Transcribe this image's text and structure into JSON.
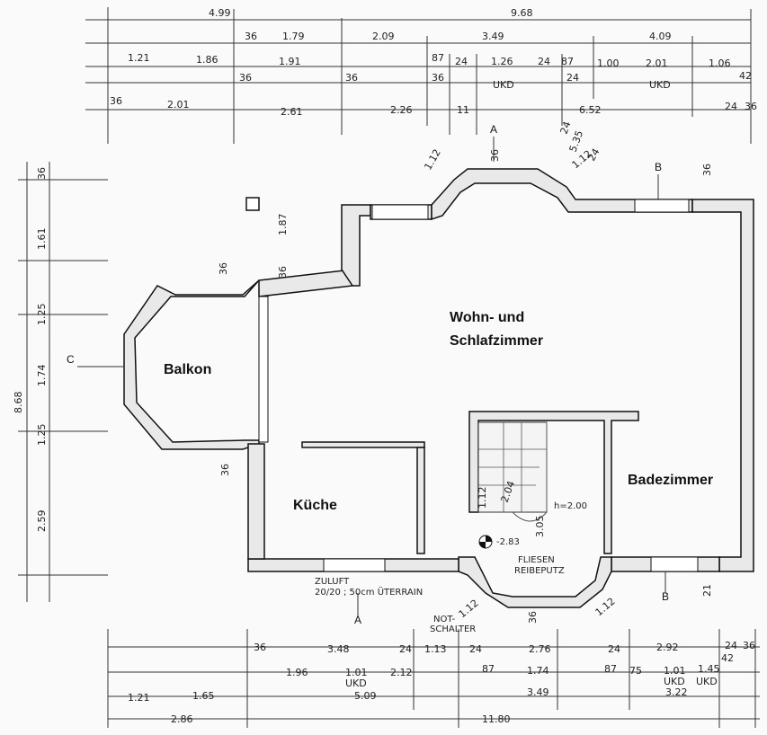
{
  "rooms": {
    "living": [
      "Wohn- und",
      "Schlafzimmer"
    ],
    "balcony": "Balkon",
    "kitchen": "Küche",
    "bath": "Badezimmer"
  },
  "notes": {
    "tiles": [
      "FLIESEN",
      "REIBEPUTZ"
    ],
    "level": "-2.83",
    "stair_h": "h=2.00",
    "air": [
      "ZULUFT",
      "20/20 ; 50cm ÜTERRAIN"
    ],
    "emergency": [
      "NOT-",
      "SCHALTER"
    ]
  },
  "section_marks": {
    "a_top": "A",
    "a_bottom": "A",
    "b_top": "B",
    "b_bottom": "B",
    "c": "C"
  },
  "top_dims": {
    "row1": [
      "4.99",
      "9.68"
    ],
    "row2": [
      "36",
      "1.79",
      "2.09",
      "3.49",
      "4.09"
    ],
    "row3": [
      "1.21",
      "1.86",
      "1.91",
      "87",
      "24",
      "1.26",
      "24",
      "87",
      "1.00",
      "2.01",
      "1.06"
    ],
    "row4": [
      "36",
      "36",
      "36",
      "UKD",
      "UKD",
      "24",
      "42"
    ],
    "row5": [
      "36",
      "2.01",
      "2.61",
      "2.26",
      "11",
      "6.52",
      "24",
      "36"
    ]
  },
  "left_dims": [
    "36",
    "1.61",
    "1.25",
    "1.74",
    "1.25",
    "2.59",
    "8.68"
  ],
  "bottom_dims": {
    "row1": [
      "36",
      "3.48",
      "24",
      "1.13",
      "24",
      "2.76",
      "24",
      "2.92",
      "24",
      "36"
    ],
    "row2": [
      "1.96",
      "1.01",
      "2.12",
      "87",
      "1.74",
      "87",
      "75",
      "1.01",
      "1.45",
      "42"
    ],
    "row3": [
      "UKD",
      "UKD",
      "UKD"
    ],
    "row4": [
      "1.21",
      "1.65",
      "5.09",
      "3.49",
      "3.22"
    ],
    "row5": [
      "2.86",
      "11.80"
    ]
  },
  "inner_dims": [
    "1.12",
    "36",
    "1.12",
    "36",
    "36",
    "1.87",
    "36",
    "1.12",
    "1.12",
    "36",
    "5.35",
    "24",
    "1.12",
    "36",
    "24",
    "21",
    "3.05",
    "2.04"
  ]
}
